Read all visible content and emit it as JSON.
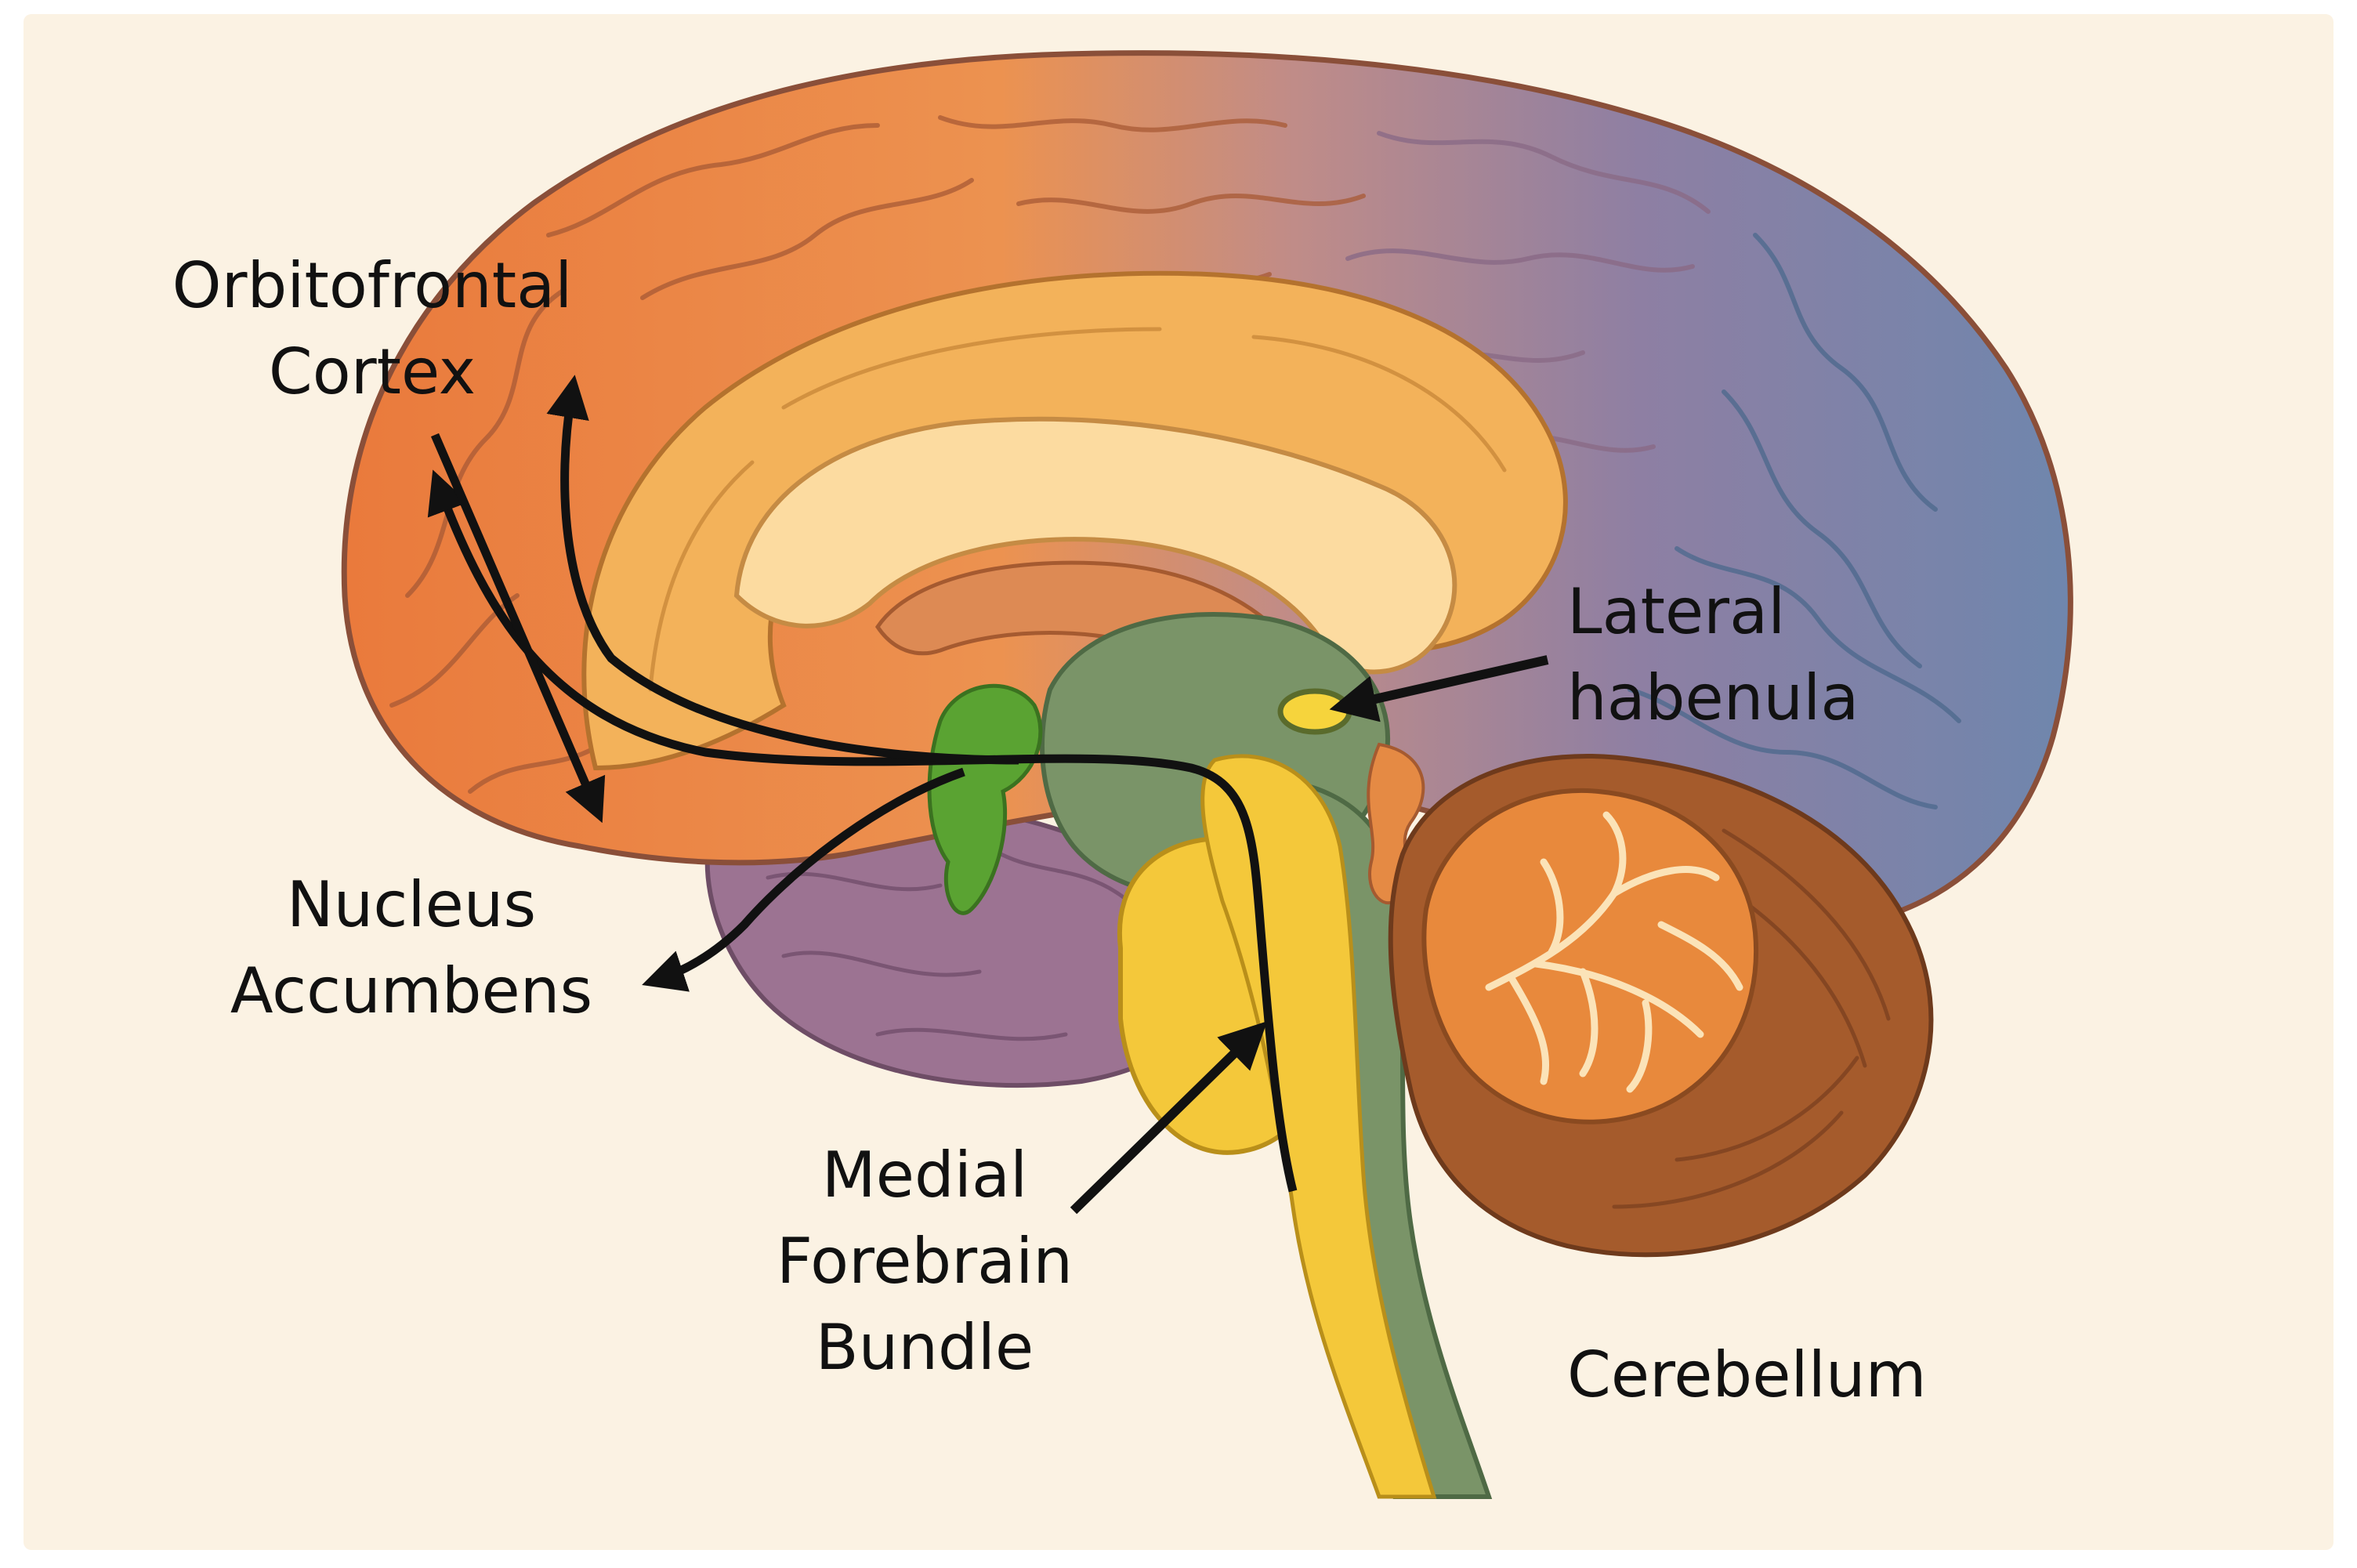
{
  "labels": {
    "orbitofrontal": {
      "line1": "Orbitofrontal",
      "line2": "Cortex"
    },
    "lateral_habenula": {
      "line1": "Lateral",
      "line2": "habenula"
    },
    "nucleus_accumbens": {
      "line1": "Nucleus",
      "line2": "Accumbens"
    },
    "medial_forebrain_bundle": {
      "line1": "Medial",
      "line2": "Forebrain",
      "line3": "Bundle"
    },
    "cerebellum": {
      "line1": "Cerebellum"
    }
  },
  "colors": {
    "background": "#fbf2e3",
    "frontal_lobe": "#ea7e3f",
    "parietal_lobe": "#b88a8e",
    "occipital_lobe": "#7b87b0",
    "temporal_lobe": "#9c7392",
    "limbic_gyrus": "#f3b25a",
    "corpus_callosum": "#fcdba0",
    "thalamus_brainstem": "#7a9468",
    "medial_forebrain_bundle": "#f4c83a",
    "nucleus_accumbens": "#5aa332",
    "cerebellum": "#b4692d",
    "pathway": "#111111",
    "label_text": "#111111"
  }
}
